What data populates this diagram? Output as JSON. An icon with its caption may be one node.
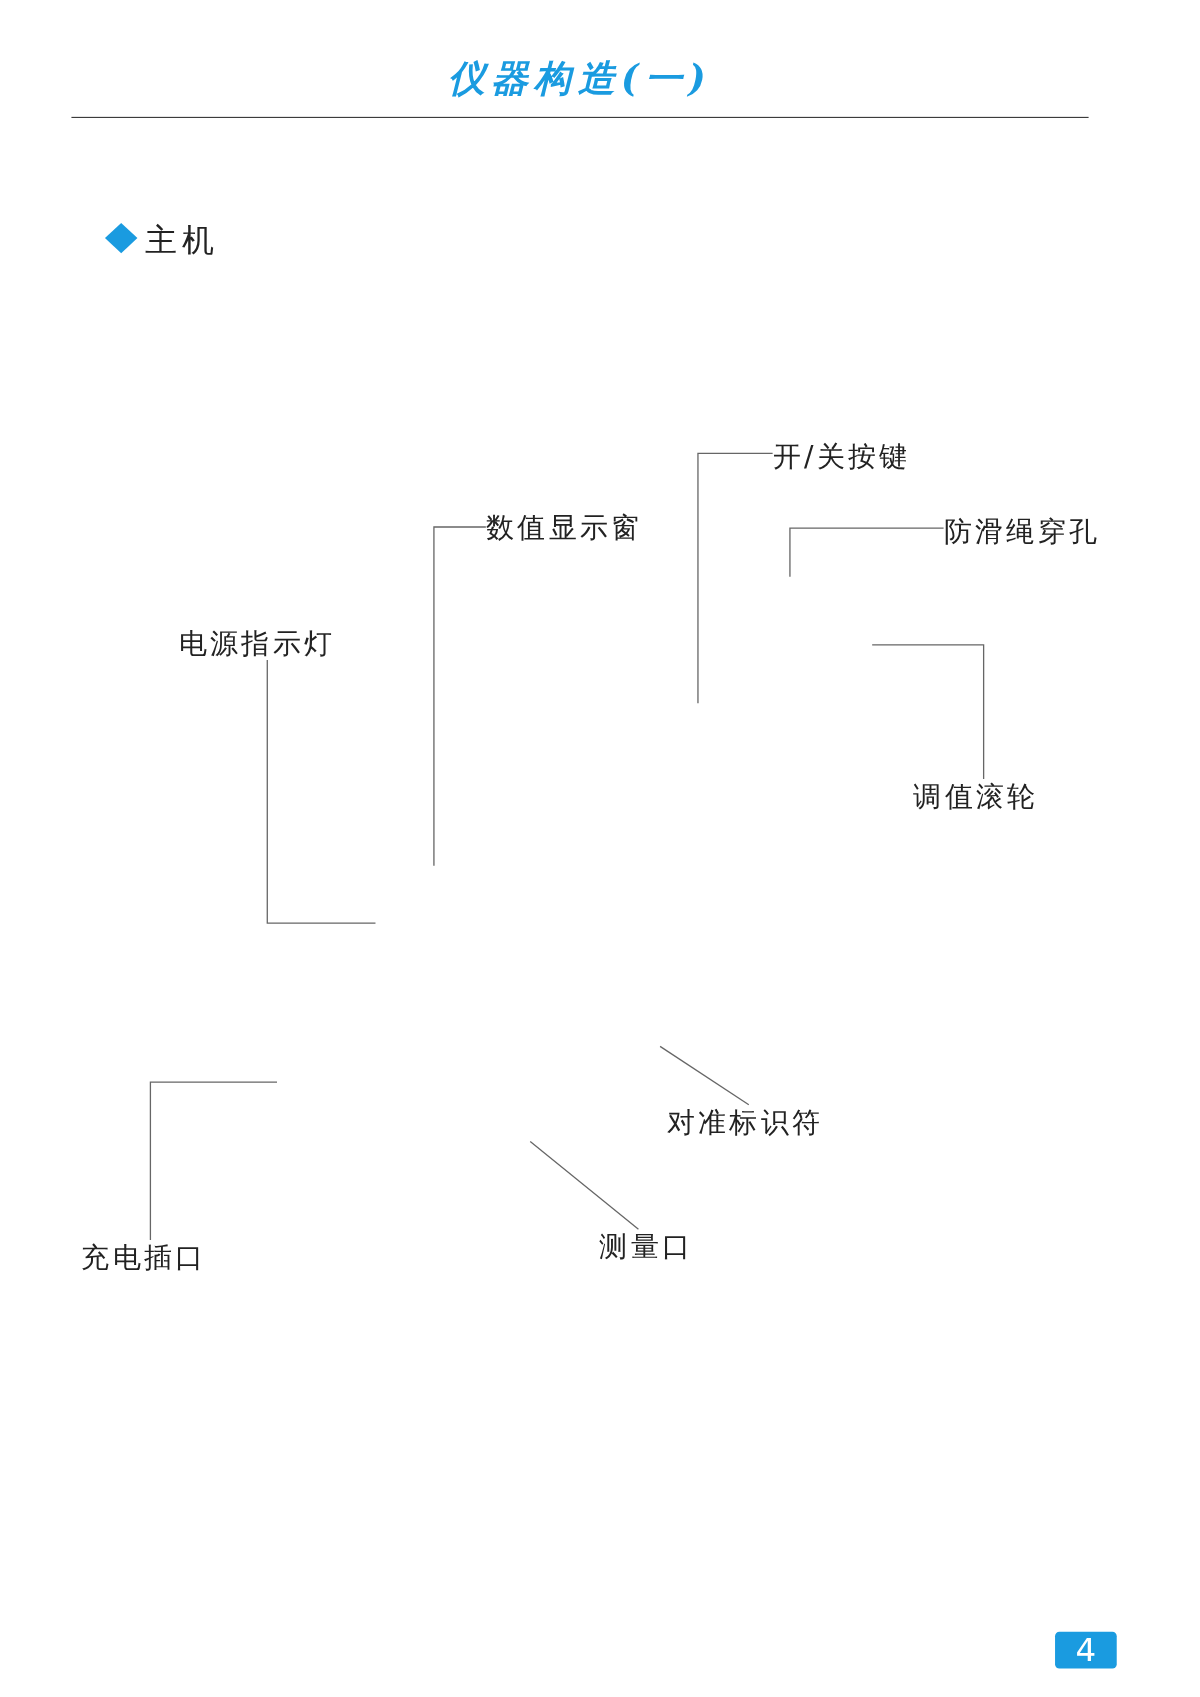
{
  "diagram": {
    "title": "仪器构造(一)",
    "nodes": [
      {
        "text": [
          "开/关按键"
        ]
      },
      {
        "text": [
          "数值显示窗"
        ]
      },
      {
        "text": [
          "防滑绳穿孔"
        ]
      },
      {
        "text": [
          "电源指示灯"
        ]
      },
      {
        "text": [
          "调值滚轮"
        ]
      },
      {
        "text": [
          "对准标识符"
        ]
      },
      {
        "text": [
          "充电插口"
        ]
      },
      {
        "text": [
          "测量口"
        ]
      }
    ],
    "edges": [
      {
        "from": 0,
        "to": null,
        "arrow": "none"
      },
      {
        "from": 1,
        "to": null,
        "arrow": "none"
      },
      {
        "from": 2,
        "to": null,
        "arrow": "none"
      },
      {
        "from": 3,
        "to": null,
        "arrow": "none"
      },
      {
        "from": 4,
        "to": null,
        "arrow": "none"
      },
      {
        "from": 5,
        "to": null,
        "arrow": "none"
      },
      {
        "from": 6,
        "to": null,
        "arrow": "none"
      },
      {
        "from": 7,
        "to": null,
        "arrow": "none"
      }
    ],
    "labels": [
      "主机",
      "4"
    ]
  }
}
